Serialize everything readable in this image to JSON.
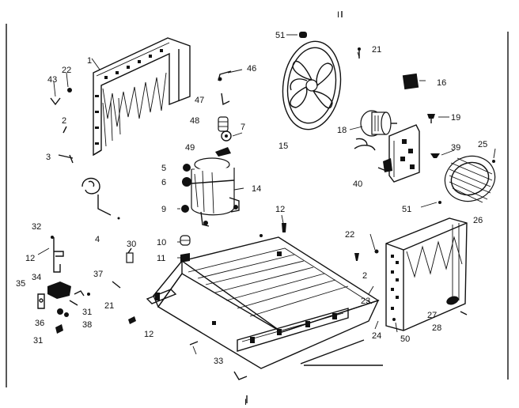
{
  "diagram": {
    "labels": {
      "top_mark": "I",
      "bottom_mark": "I",
      "p1": "1",
      "p2a": "2",
      "p2b": "2",
      "p3": "3",
      "p4": "4",
      "p5": "5",
      "p6": "6",
      "p7": "7",
      "p9": "9",
      "p10": "10",
      "p11": "11",
      "p12a": "12",
      "p12b": "12",
      "p12c": "12",
      "p14": "14",
      "p15": "15",
      "p16": "16",
      "p18": "18",
      "p19": "19",
      "p21a": "21",
      "p21b": "21",
      "p22a": "22",
      "p22b": "22",
      "p23": "23",
      "p24": "24",
      "p25": "25",
      "p26": "26",
      "p27": "27",
      "p28": "28",
      "p30": "30",
      "p31a": "31",
      "p31b": "31",
      "p32": "32",
      "p33": "33",
      "p34": "34",
      "p35": "35",
      "p36": "36",
      "p37": "37",
      "p38": "38",
      "p39": "39",
      "p40": "40",
      "p43": "43",
      "p46": "46",
      "p47": "47",
      "p48": "48",
      "p49": "49",
      "p50": "50",
      "p51a": "51",
      "p51b": "51"
    }
  }
}
